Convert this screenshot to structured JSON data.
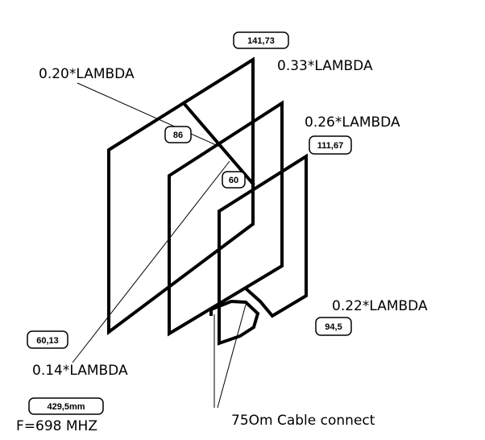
{
  "diagram": {
    "labels": {
      "lambda_020": "0.20*LAMBDA",
      "lambda_033": "0.33*LAMBDA",
      "lambda_026": "0.26*LAMBDA",
      "lambda_022": "0.22*LAMBDA",
      "lambda_014": "0.14*LAMBDA",
      "frequency": "F=698 MHZ",
      "cable": "75Om Cable connect"
    },
    "boxes": {
      "b141": "141,73",
      "b86": "86",
      "b111": "111,67",
      "b60": "60",
      "b6013": "60,13",
      "b945": "94,5",
      "b4295": "429,5mm"
    }
  }
}
